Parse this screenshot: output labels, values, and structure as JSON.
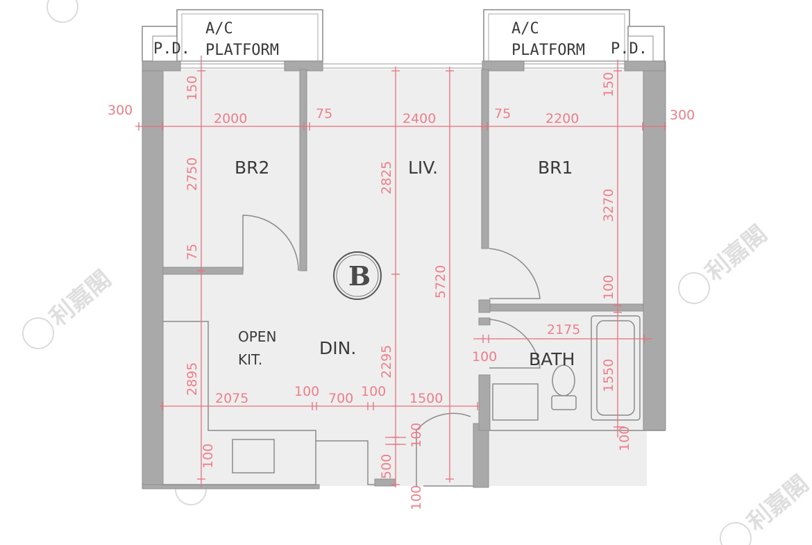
{
  "unit_label": "B",
  "rooms": {
    "br2": "BR2",
    "liv": "LIV.",
    "br1": "BR1",
    "open": "OPEN",
    "kit": "KIT.",
    "din": "DIN.",
    "bath": "BATH"
  },
  "platform_left": {
    "line1": "A/C",
    "line2": "PLATFORM",
    "pd": "P.D."
  },
  "platform_right": {
    "line1": "A/C",
    "line2": "PLATFORM",
    "pd": "P.D."
  },
  "dimensions": {
    "left_300": "300",
    "right_300": "300",
    "w2000": "2000",
    "w75a": "75",
    "w2400": "2400",
    "w75b": "75",
    "w2200": "2200",
    "v150a": "150",
    "v150b": "150",
    "v2750": "2750",
    "v2825": "2825",
    "v3270": "3270",
    "v75": "75",
    "v5720": "5720",
    "v100a": "100",
    "h2175": "2175",
    "h100": "100",
    "v1550": "1550",
    "v2895": "2895",
    "v2295": "2295",
    "h2075": "2075",
    "h100b": "100",
    "h700": "700",
    "h100c": "100",
    "h1500": "1500",
    "v100b": "100",
    "v100c": "100",
    "v500": "500",
    "v100d": "100",
    "v100e": "100"
  },
  "watermark": {
    "brand": "利嘉閣"
  },
  "colors": {
    "wall": "#a9a9a9",
    "floor": "#eeeeee",
    "dimension": "#e8707c"
  }
}
